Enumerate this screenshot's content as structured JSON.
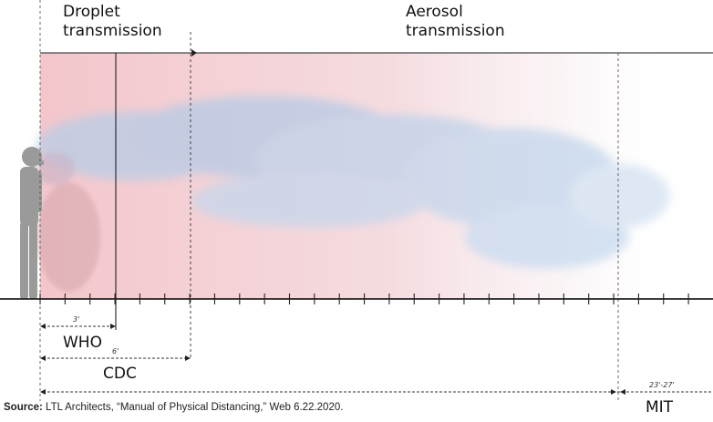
{
  "labels": {
    "droplet_line1": "Droplet",
    "droplet_line2": "transmission",
    "aerosol_line1": "Aerosol",
    "aerosol_line2": "transmission",
    "who": "WHO",
    "cdc": "CDC",
    "mit": "MIT"
  },
  "distances": {
    "who": "3'",
    "cdc": "6'",
    "mit": "23'-27'"
  },
  "source": {
    "prefix": "Source:",
    "text": " LTL Architects, “Manual of Physical Distancing,” Web 6.22.2020."
  },
  "colors": {
    "zone_red": "#f2c9cc",
    "cloud_blue": "#b9cde6",
    "axis": "#222222"
  }
}
